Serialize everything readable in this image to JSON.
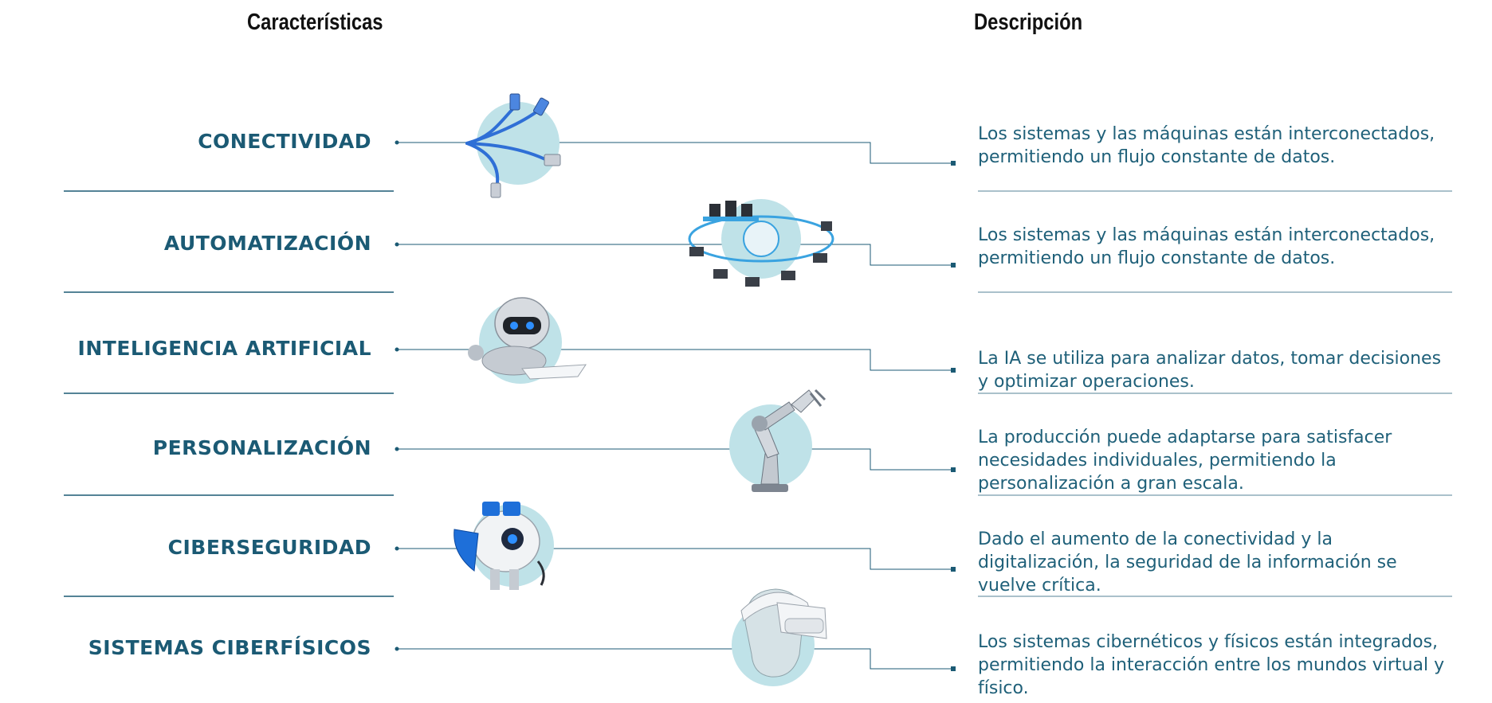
{
  "headers": {
    "left": "Características",
    "right": "Descripción"
  },
  "rows": [
    {
      "feature": "CONECTIVIDAD",
      "description": "Los sistemas y las máquinas están interconectados, permitiendo un flujo constante de datos.",
      "icon": "network-cables-icon"
    },
    {
      "feature": "AUTOMATIZACIÓN",
      "description": "Los sistemas y las máquinas están interconectados, permitiendo un flujo constante de datos.",
      "icon": "server-network-icon"
    },
    {
      "feature": "INTELIGENCIA ARTIFICIAL",
      "description": "La IA se utiliza para analizar datos, tomar decisiones y optimizar operaciones.",
      "icon": "robot-reading-icon"
    },
    {
      "feature": "PERSONALIZACIÓN",
      "description": "La producción puede adaptarse para satisfacer necesidades individuales, permitiendo la personalización a gran escala.",
      "icon": "robotic-arm-icon"
    },
    {
      "feature": "CIBERSEGURIDAD",
      "description": "Dado el aumento de la conectividad y la digitalización, la seguridad de la información se vuelve crítica.",
      "icon": "security-robot-icon"
    },
    {
      "feature": "SISTEMAS CIBERFÍSICOS",
      "description": "Los sistemas cibernéticos y físicos están integrados, permitiendo la interacción entre los mundos virtual y físico.",
      "icon": "vr-headset-icon"
    }
  ],
  "colors": {
    "text": "#1b5a74",
    "line": "#1b5a74",
    "circle": "#bfe2e8"
  }
}
